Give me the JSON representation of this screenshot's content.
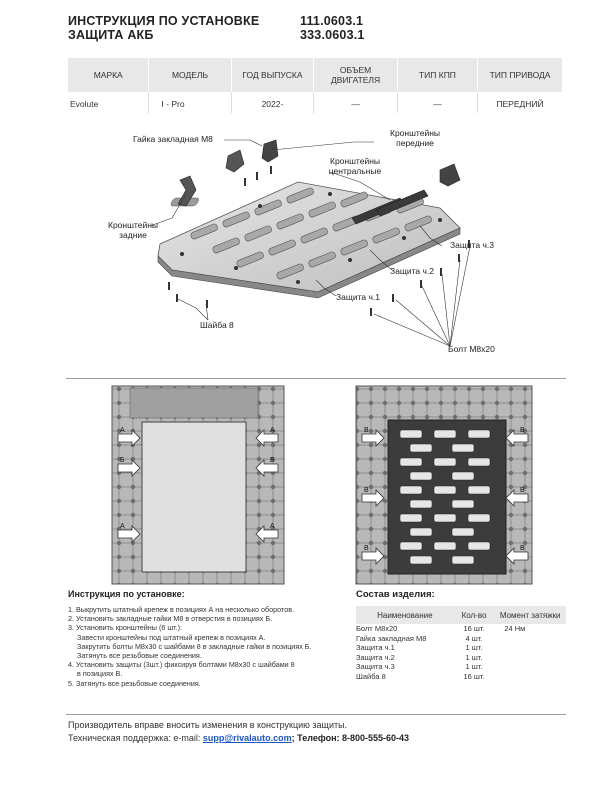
{
  "header": {
    "line1": "ИНСТРУКЦИЯ ПО УСТАНОВКЕ",
    "line2": "ЗАЩИТА АКБ",
    "code1": "111.0603.1",
    "code2": "333.0603.1"
  },
  "spec_table": {
    "headers": [
      "МАРКА",
      "МОДЕЛЬ",
      "ГОД ВЫПУСКА",
      "ОБЪЕМ ДВИГАТЕЛЯ",
      "ТИП КПП",
      "ТИП ПРИВОДА"
    ],
    "row": [
      "Evolute",
      "I - Pro",
      "2022-",
      "—",
      "—",
      "ПЕРЕДНИЙ"
    ]
  },
  "diagram_labels": {
    "nut": "Гайка закладная М8",
    "front_brackets": "Кронштейны передние",
    "center_brackets": "Кронштейны центральные",
    "rear_brackets": "Кронштейны задние",
    "guard3": "Защита ч.3",
    "guard2": "Защита ч.2",
    "guard1": "Защита ч.1",
    "washer": "Шайба 8",
    "bolt": "Болт М8х20"
  },
  "position_letters": {
    "a": "А",
    "b": "Б",
    "v": "В"
  },
  "instructions": {
    "title": "Инструкция по установке:",
    "lines": [
      "1. Выкрутить штатный крепеж в позициях А на несколько оборотов.",
      "2. Установить закладные гайки М8 в отверстия в позициях Б.",
      "3. Установить кронштейны (6 шт.):",
      "Завести кронштейны под штатный крепеж в позициях А.",
      "Закрутить болты М8х30 с шайбами 8 в закладные гайки в позициях Б.",
      "Затянуть все резьбовые соединения.",
      "4. Установить защиты (3шт.) фиксируя болтами М8х30 с шайбами 8",
      "в позициях В.",
      "5. Затянуть все резьбовые соединения."
    ]
  },
  "composition": {
    "title": "Состав изделия:",
    "headers": [
      "Наименование",
      "Кол-во",
      "Момент затяжки"
    ],
    "rows": [
      [
        "Болт М8х20",
        "16 шт.",
        "24 Нм"
      ],
      [
        "Гайка закладная М8",
        "4 шт.",
        ""
      ],
      [
        "Защита ч.1",
        "1 шт.",
        ""
      ],
      [
        "Защита ч.2",
        "1 шт.",
        ""
      ],
      [
        "Защита ч.3",
        "1 шт.",
        ""
      ],
      [
        "Шайба 8",
        "16 шт.",
        ""
      ]
    ]
  },
  "footer": {
    "note": "Производитель вправе вносить изменения в конструкцию защиты.",
    "support_prefix": "Техническая поддержка:   e-mail: ",
    "email": "supp@rivalauto.com",
    "phone_label": "; Телефон: ",
    "phone": "8-800-555-60-43"
  }
}
